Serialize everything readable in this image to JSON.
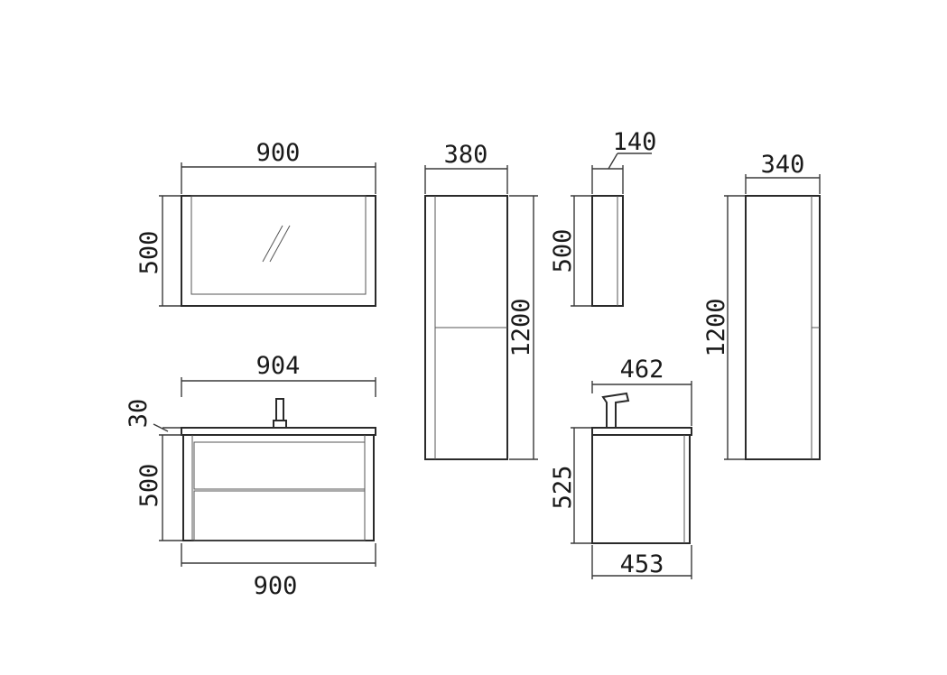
{
  "mirror": {
    "width_label": "900",
    "height_label": "500"
  },
  "vanity": {
    "top_width_label": "904",
    "top_thickness_label": "30",
    "height_label": "500",
    "bottom_width_label": "900"
  },
  "tall_cabinet_front": {
    "width_label": "380",
    "height_label": "1200"
  },
  "mirror_side": {
    "depth_label": "140",
    "height_label": "500"
  },
  "vanity_side": {
    "top_depth_label": "462",
    "height_label": "525",
    "bottom_depth_label": "453"
  },
  "tall_cabinet_side": {
    "depth_label": "340",
    "height_label": "1200"
  },
  "colors": {
    "line": "#2a2a2a",
    "background": "#ffffff"
  }
}
